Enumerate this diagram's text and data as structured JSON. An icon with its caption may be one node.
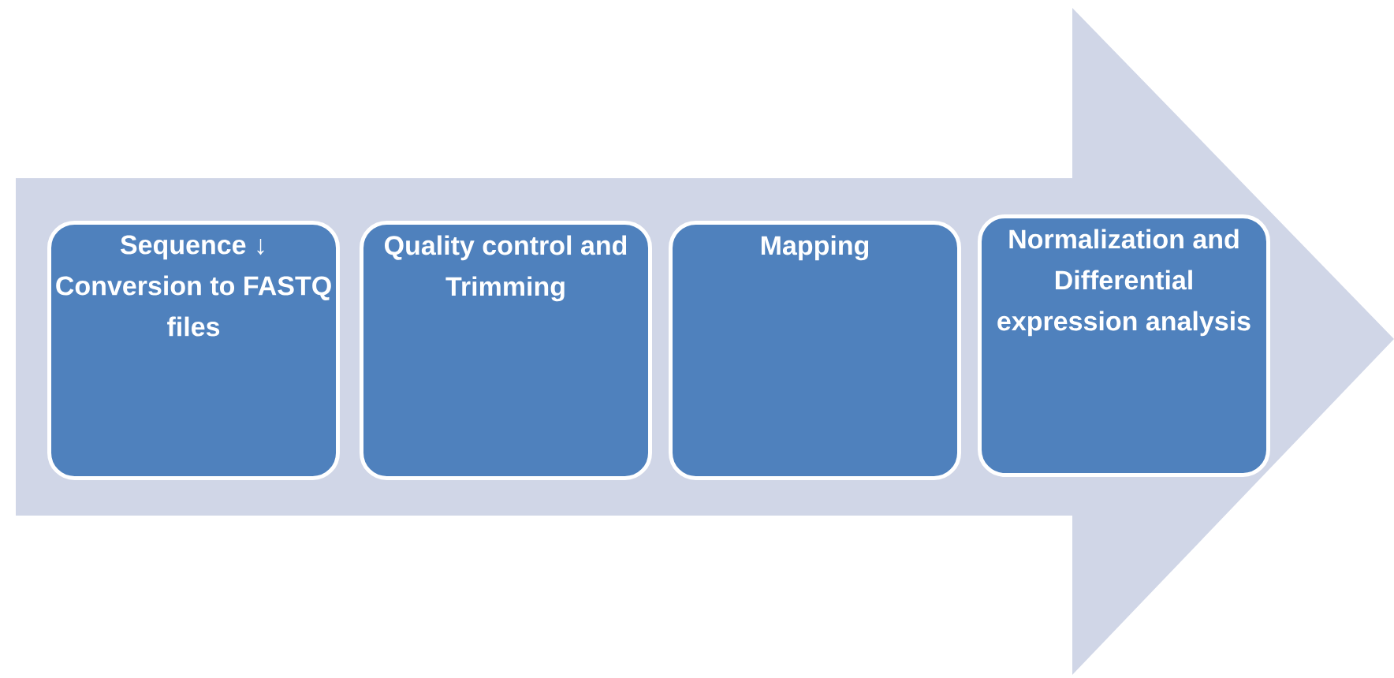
{
  "diagram": {
    "nodes": [
      {
        "text": [
          "Sequence ↓ Conversion to FASTQ files"
        ]
      },
      {
        "text": [
          "Quality control and Trimming"
        ]
      },
      {
        "text": [
          "Mapping"
        ]
      },
      {
        "text": [
          "Normalization and Differential expression analysis"
        ]
      }
    ],
    "edges": []
  }
}
